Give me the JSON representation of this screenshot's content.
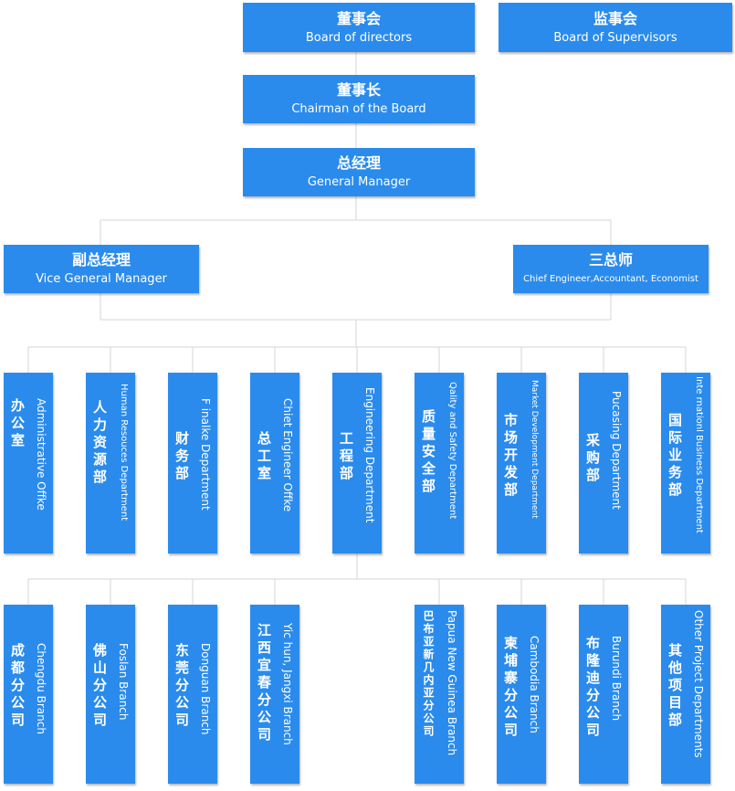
{
  "top": {
    "board": {
      "zh": "董事会",
      "en": "Board of directors"
    },
    "supervisors": {
      "zh": "监事会",
      "en": "Board of Supervisors"
    },
    "chairman": {
      "zh": "董事长",
      "en": "Chairman of the Board"
    },
    "gm": {
      "zh": "总经理",
      "en": "General Manager"
    },
    "vgm": {
      "zh": "副总经理",
      "en": "Vice General Manager"
    },
    "chief": {
      "zh": "三总师",
      "en": "Chief Engineer,Accountant, Economist"
    }
  },
  "departments": [
    {
      "zh": "办公室",
      "en": "Administrative Offke"
    },
    {
      "zh": "人力资源部",
      "en": "Human Resouces Department"
    },
    {
      "zh": "财务部",
      "en": "F inalke Department"
    },
    {
      "zh": "总工室",
      "en": "Chiet Engineer Offke"
    },
    {
      "zh": "工程部",
      "en": "Engineering Department"
    },
    {
      "zh": "质量安全部",
      "en": "Qality and Safety Department"
    },
    {
      "zh": "市场开发部",
      "en": "Market Development Department"
    },
    {
      "zh": "采购部",
      "en": "Pucasing Department"
    },
    {
      "zh": "国际业务部",
      "en": "Inte rnationl Business Department"
    }
  ],
  "branches": [
    {
      "zh": "成都分公司",
      "en": "Chengdu Branch"
    },
    {
      "zh": "佛山分公司",
      "en": "Foslan Branch"
    },
    {
      "zh": "东莞分公司",
      "en": "Donguan Branch"
    },
    {
      "zh": "江西宜春分公司",
      "en": "Yic hun, Jangxi Branch"
    },
    {
      "zh": "巴布亚新几内亚分公司",
      "en": "Papua New Guinea Branch"
    },
    {
      "zh": "柬埔寨分公司",
      "en": "Cambodia Branch"
    },
    {
      "zh": "布隆迪分公司",
      "en": "Burundi Branch"
    },
    {
      "zh": "其他项目部",
      "en": "Other Project Departments"
    }
  ],
  "colors": {
    "box": "#2a8bec",
    "line": "#d6d6d6",
    "text": "#ffffff"
  }
}
